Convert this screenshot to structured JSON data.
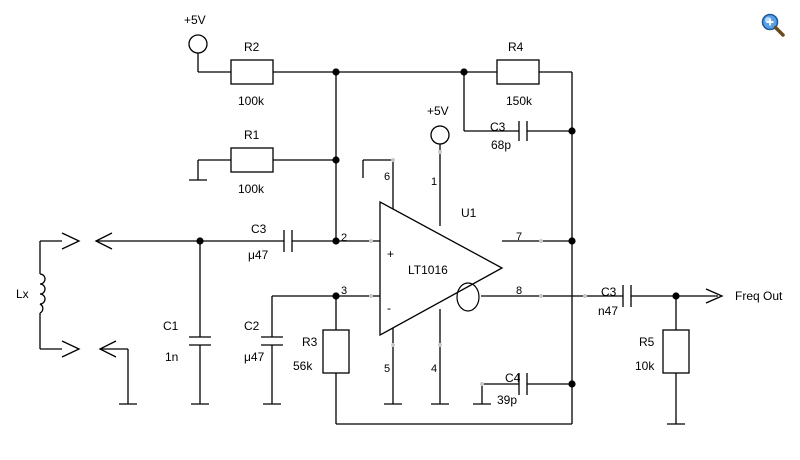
{
  "supplies": {
    "top_left": "+5V",
    "opamp": "+5V"
  },
  "resistors": {
    "r2": {
      "name": "R2",
      "value": "100k"
    },
    "r1": {
      "name": "R1",
      "value": "100k"
    },
    "r4": {
      "name": "R4",
      "value": "150k"
    },
    "r3": {
      "name": "R3",
      "value": "56k"
    },
    "r5": {
      "name": "R5",
      "value": "10k"
    }
  },
  "capacitors": {
    "c3_feedback": {
      "name": "C3",
      "value": "68p"
    },
    "c3_input": {
      "name": "C3",
      "value": "μ47"
    },
    "c3_output": {
      "name": "C3",
      "value": "n47"
    },
    "c1": {
      "name": "C1",
      "value": "1n"
    },
    "c2": {
      "name": "C2",
      "value": "μ47"
    },
    "c4": {
      "name": "C4",
      "value": "39p"
    }
  },
  "inductor": {
    "name": "Lx"
  },
  "opamp": {
    "designator": "U1",
    "part": "LT1016",
    "plus": "+",
    "minus": "-",
    "pins": {
      "p1": "1",
      "p2": "2",
      "p3": "3",
      "p4": "4",
      "p5": "5",
      "p6": "6",
      "p7": "7",
      "p8": "8"
    }
  },
  "output_label": "Freq Out",
  "zoom_icon": "zoom-in-icon"
}
